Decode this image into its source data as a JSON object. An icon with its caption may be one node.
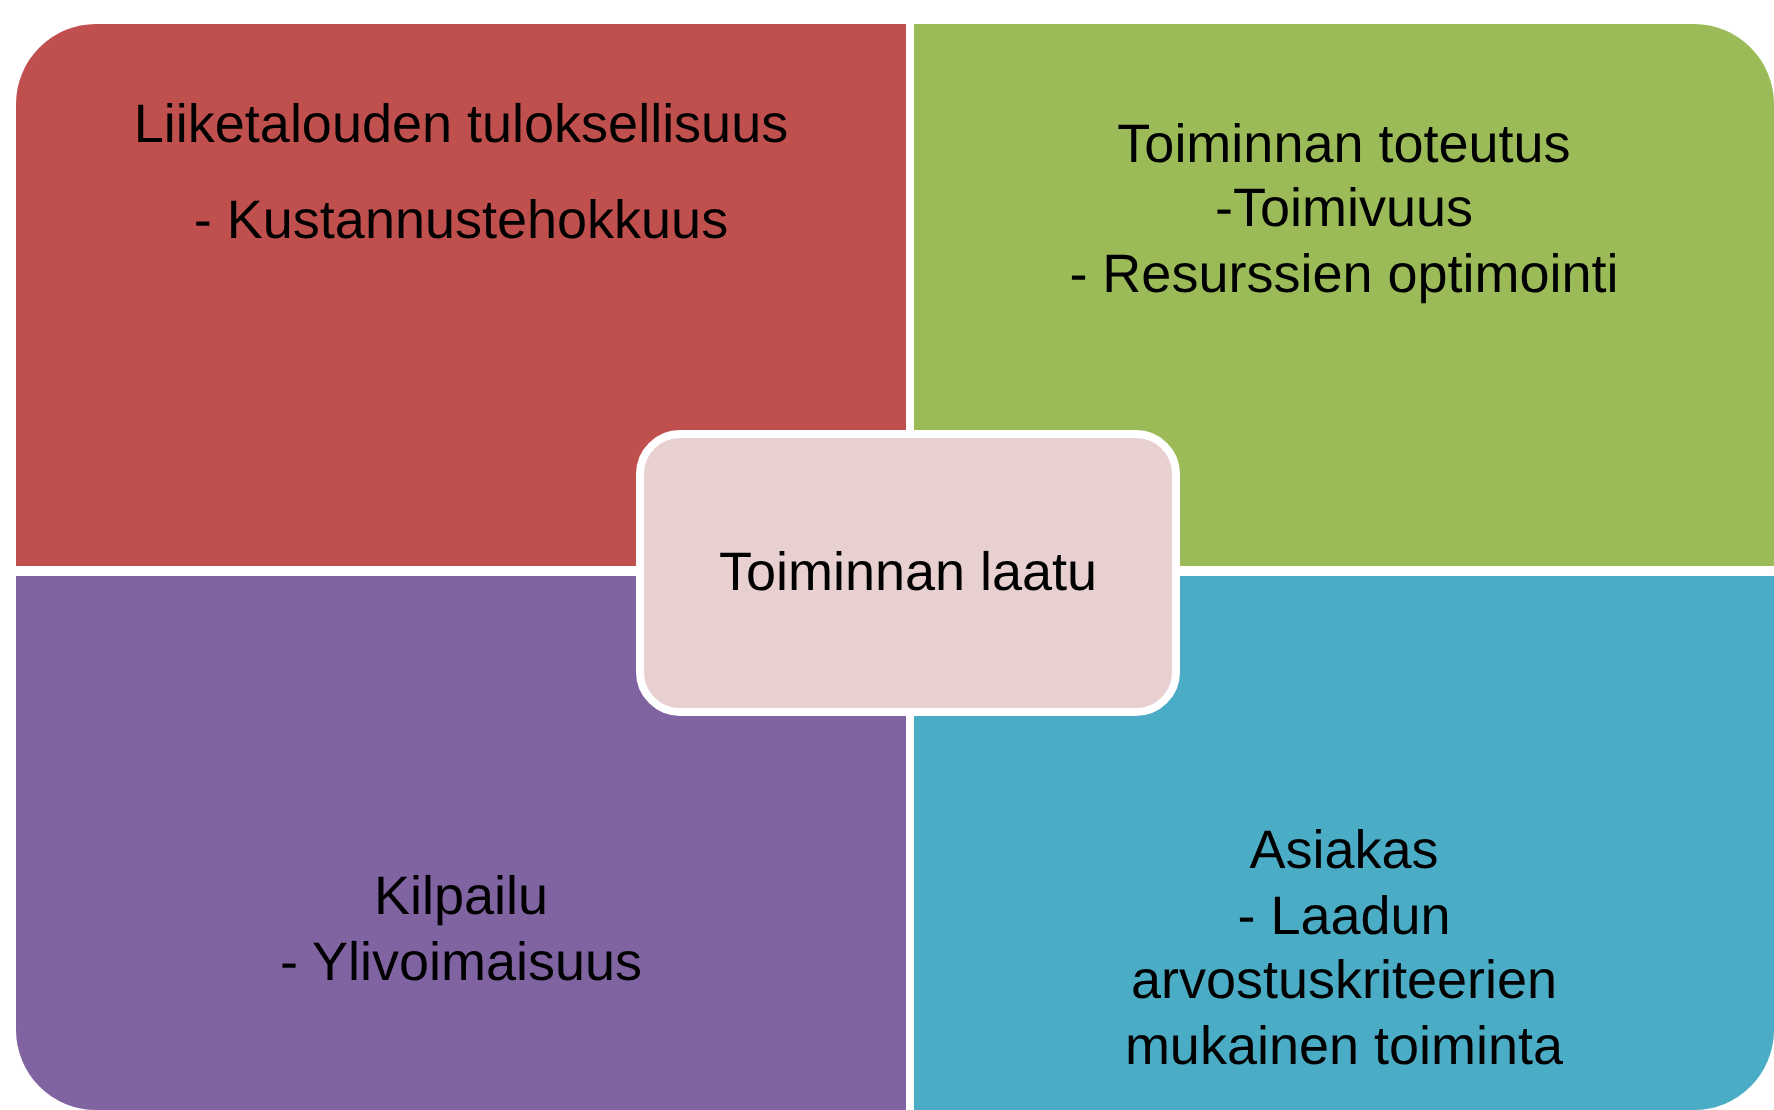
{
  "diagram": {
    "nodes": [
      {
        "text": [
          "Liiketalouden tuloksellisuus",
          "- Kustannustehokkuus"
        ]
      },
      {
        "text": [
          "Toiminnan toteutus",
          "-Toimivuus",
          "- Resurssien optimointi"
        ]
      },
      {
        "text": [
          "Kilpailu",
          "- Ylivoimaisuus"
        ]
      },
      {
        "text": [
          "Asiakas",
          "- Laadun arvostuskriteerien mukainen toiminta"
        ]
      },
      {
        "text": [
          "Toiminnan laatu"
        ]
      }
    ]
  }
}
